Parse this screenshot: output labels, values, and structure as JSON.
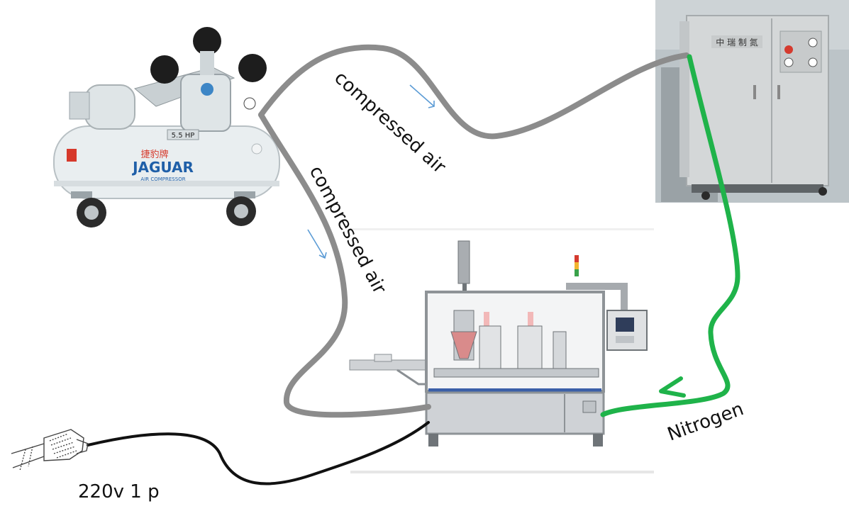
{
  "diagram": {
    "labels": {
      "compressed_air_top": "compressed air",
      "compressed_air_mid": "compressed air",
      "nitrogen": "Nitrogen",
      "power": "220v 1 p"
    },
    "compressor": {
      "brand": "JAGUAR",
      "brand_cn": "捷豹牌",
      "subtitle": "AIR COMPRESSOR",
      "hp_plate": "5.5 HP"
    },
    "generator": {
      "plate": "中 瑞 制 氮"
    },
    "colors": {
      "air_hose": "#8c8c8c",
      "nitrogen_hose": "#1fb34a",
      "power_cable": "#111111",
      "flow_arrow": "#5b9bd5",
      "compressor_body": "#e9eef0",
      "generator_body": "#d4d7d8",
      "machine_frame": "#b9bcc0"
    },
    "icons": [
      "plug-icon",
      "flow-arrow-icon"
    ]
  }
}
